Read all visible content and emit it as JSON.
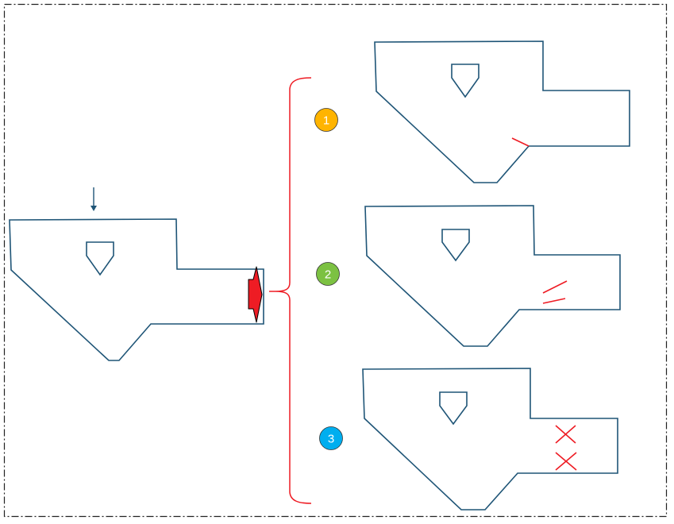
{
  "colors": {
    "outline": "#1f5577",
    "frame": "#222222",
    "marker": "#ee1c24",
    "badge_1": "#ffb400",
    "badge_2": "#7cc142",
    "badge_3": "#00aeef",
    "badge_text": "#ffffff"
  },
  "badges": [
    {
      "label": "1"
    },
    {
      "label": "2"
    },
    {
      "label": "3"
    }
  ]
}
